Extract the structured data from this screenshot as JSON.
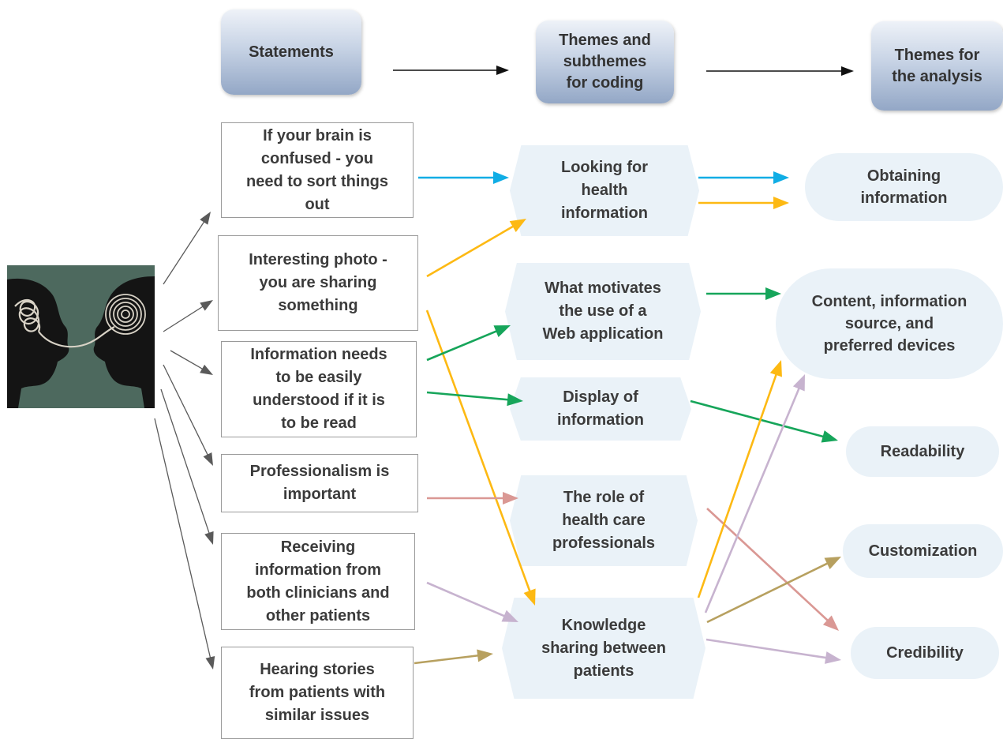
{
  "headers": {
    "statements": "Statements",
    "coding": "Themes and\nsubthemes\nfor coding",
    "analysis": "Themes for\nthe analysis"
  },
  "statements": [
    {
      "text": "If your brain is\nconfused - you\nneed to sort things\nout",
      "color": "#10ade5"
    },
    {
      "text": "Interesting photo -\nyou are sharing\nsomething",
      "color": "#fdb913"
    },
    {
      "text": "Information needs\nto be easily\nunderstood if it is\nto be read",
      "color": "#8bc94e"
    },
    {
      "text": "Professionalism is\nimportant",
      "color": "#da9894"
    },
    {
      "text": "Receiving\ninformation from\nboth clinicians and\nother patients",
      "color": "#c7b3cf"
    },
    {
      "text": "Hearing stories\nfrom patients with\nsimilar issues",
      "color": "#b7a05f"
    }
  ],
  "coding_themes": [
    {
      "text": "Looking for\nhealth\ninformation"
    },
    {
      "text": "What motivates\nthe use of a\nWeb application"
    },
    {
      "text": "Display of\ninformation"
    },
    {
      "text": "The role of\nhealth care\nprofessionals"
    },
    {
      "text": "Knowledge\nsharing between\npatients"
    }
  ],
  "analysis_themes": [
    {
      "text": "Obtaining\ninformation"
    },
    {
      "text": "Content, information\nsource, and\npreferred devices"
    },
    {
      "text": "Readability"
    },
    {
      "text": "Customization"
    },
    {
      "text": "Credibility"
    }
  ],
  "arrow_colors": {
    "blue": "#10ade5",
    "yellow": "#fdb913",
    "green": "#16a55a",
    "pink": "#da9894",
    "lilac": "#c7b3cf",
    "gold": "#b7a05f",
    "dark": "#5a5a5a",
    "black": "#111111"
  }
}
